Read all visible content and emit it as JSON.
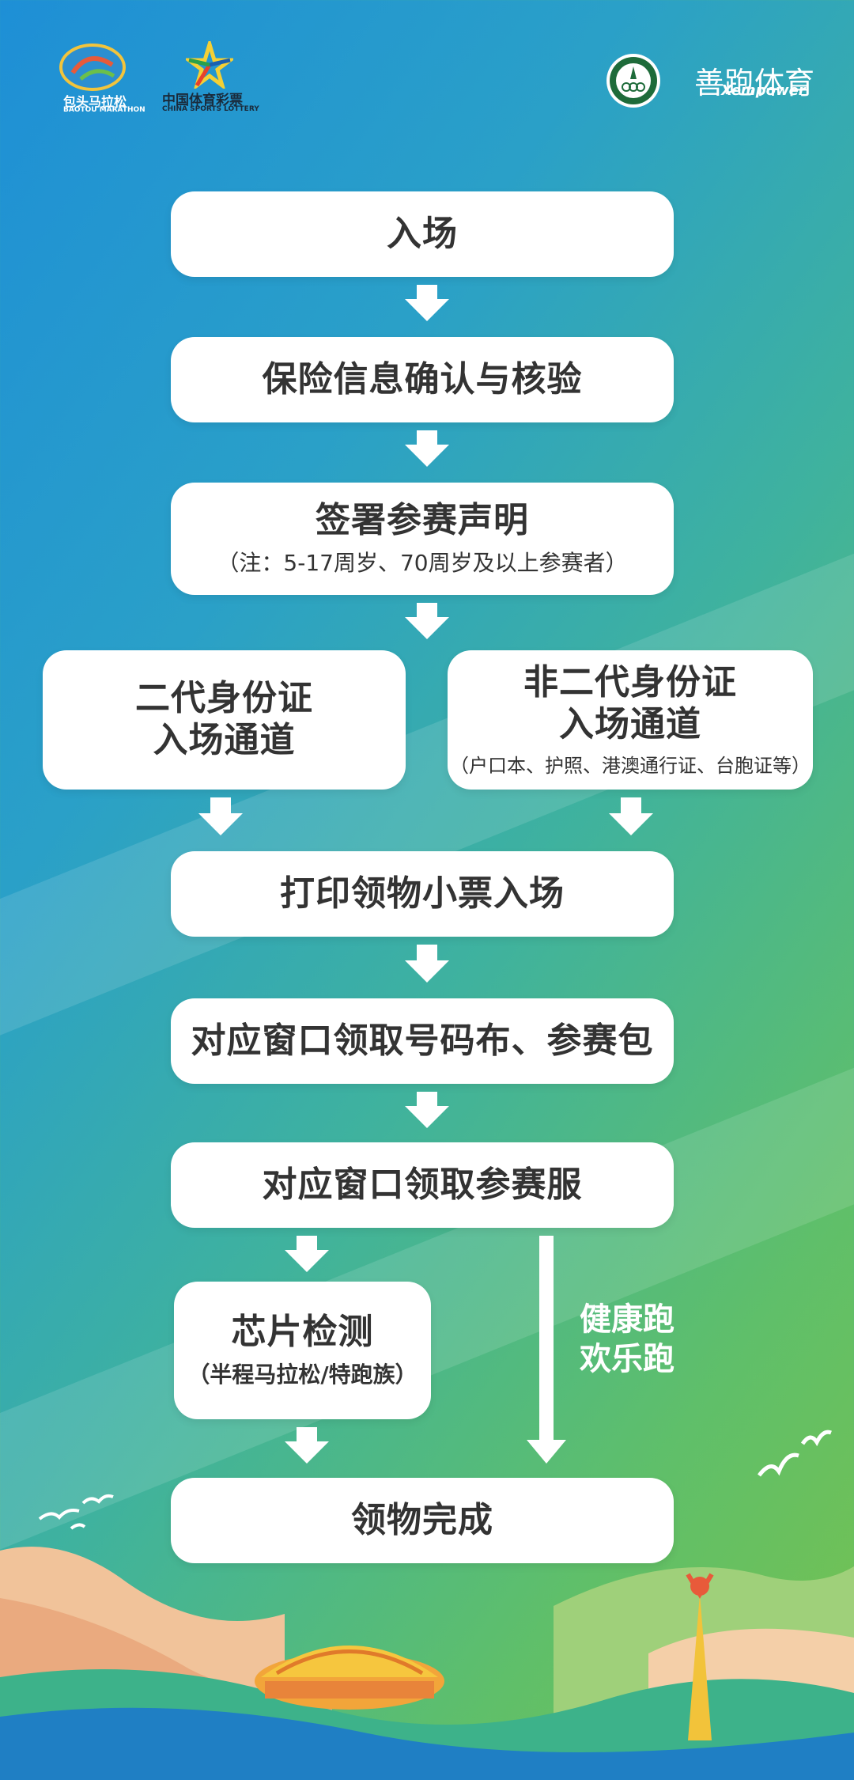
{
  "header": {
    "logo_baotou_cn": "包头马拉松",
    "logo_baotou_en": "BAOTOU MARATHON",
    "logo_lottery_cn": "中国体育彩票",
    "logo_lottery_en": "CHINA SPORTS LOTTERY",
    "logo_xempower_cn": "善跑体育",
    "logo_xempower_en": "Xempower"
  },
  "steps": {
    "entry": "入场",
    "insurance": "保险信息确认与核验",
    "declaration": "签署参赛声明",
    "declaration_note": "（注：5-17周岁、70周岁及以上参赛者）",
    "id_line1": "二代身份证",
    "id_line2": "入场通道",
    "non_id_line1": "非二代身份证",
    "non_id_line2": "入场通道",
    "non_id_note": "（户口本、护照、港澳通行证、台胞证等）",
    "print_ticket": "打印领物小票入场",
    "bib_pack": "对应窗口领取号码布、参赛包",
    "apparel": "对应窗口领取参赛服",
    "chip": "芯片检测",
    "chip_note": "（半程马拉松/特跑族）",
    "fun_run_line1": "健康跑",
    "fun_run_line2": "欢乐跑",
    "done": "领物完成"
  },
  "colors": {
    "card": "#ffffff",
    "text": "#333333",
    "arrow": "#ffffff"
  }
}
